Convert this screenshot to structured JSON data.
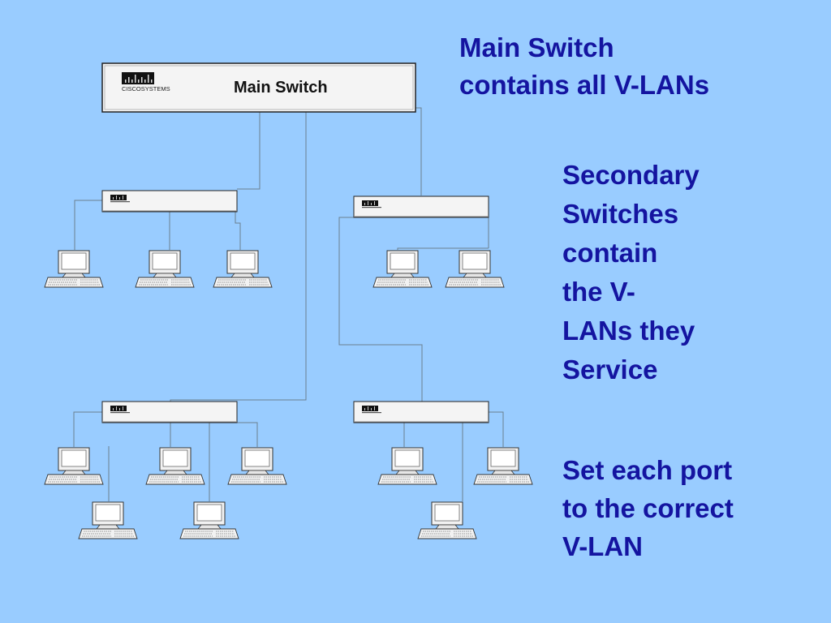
{
  "main_switch_label": "Main Switch",
  "cisco_logo_text": "CISCOSYSTEMS",
  "callouts": {
    "main": "Main Switch\ncontains all V-LANs",
    "secondary": "Secondary\nSwitches\ncontain\nthe V-\nLANs they\nService",
    "ports": "Set each port\nto the correct\nV-LAN"
  },
  "colors": {
    "background": "#99ccff",
    "text": "#1414a0",
    "cable": "#6b7f8f",
    "switch_body": "#f4f4f4"
  }
}
